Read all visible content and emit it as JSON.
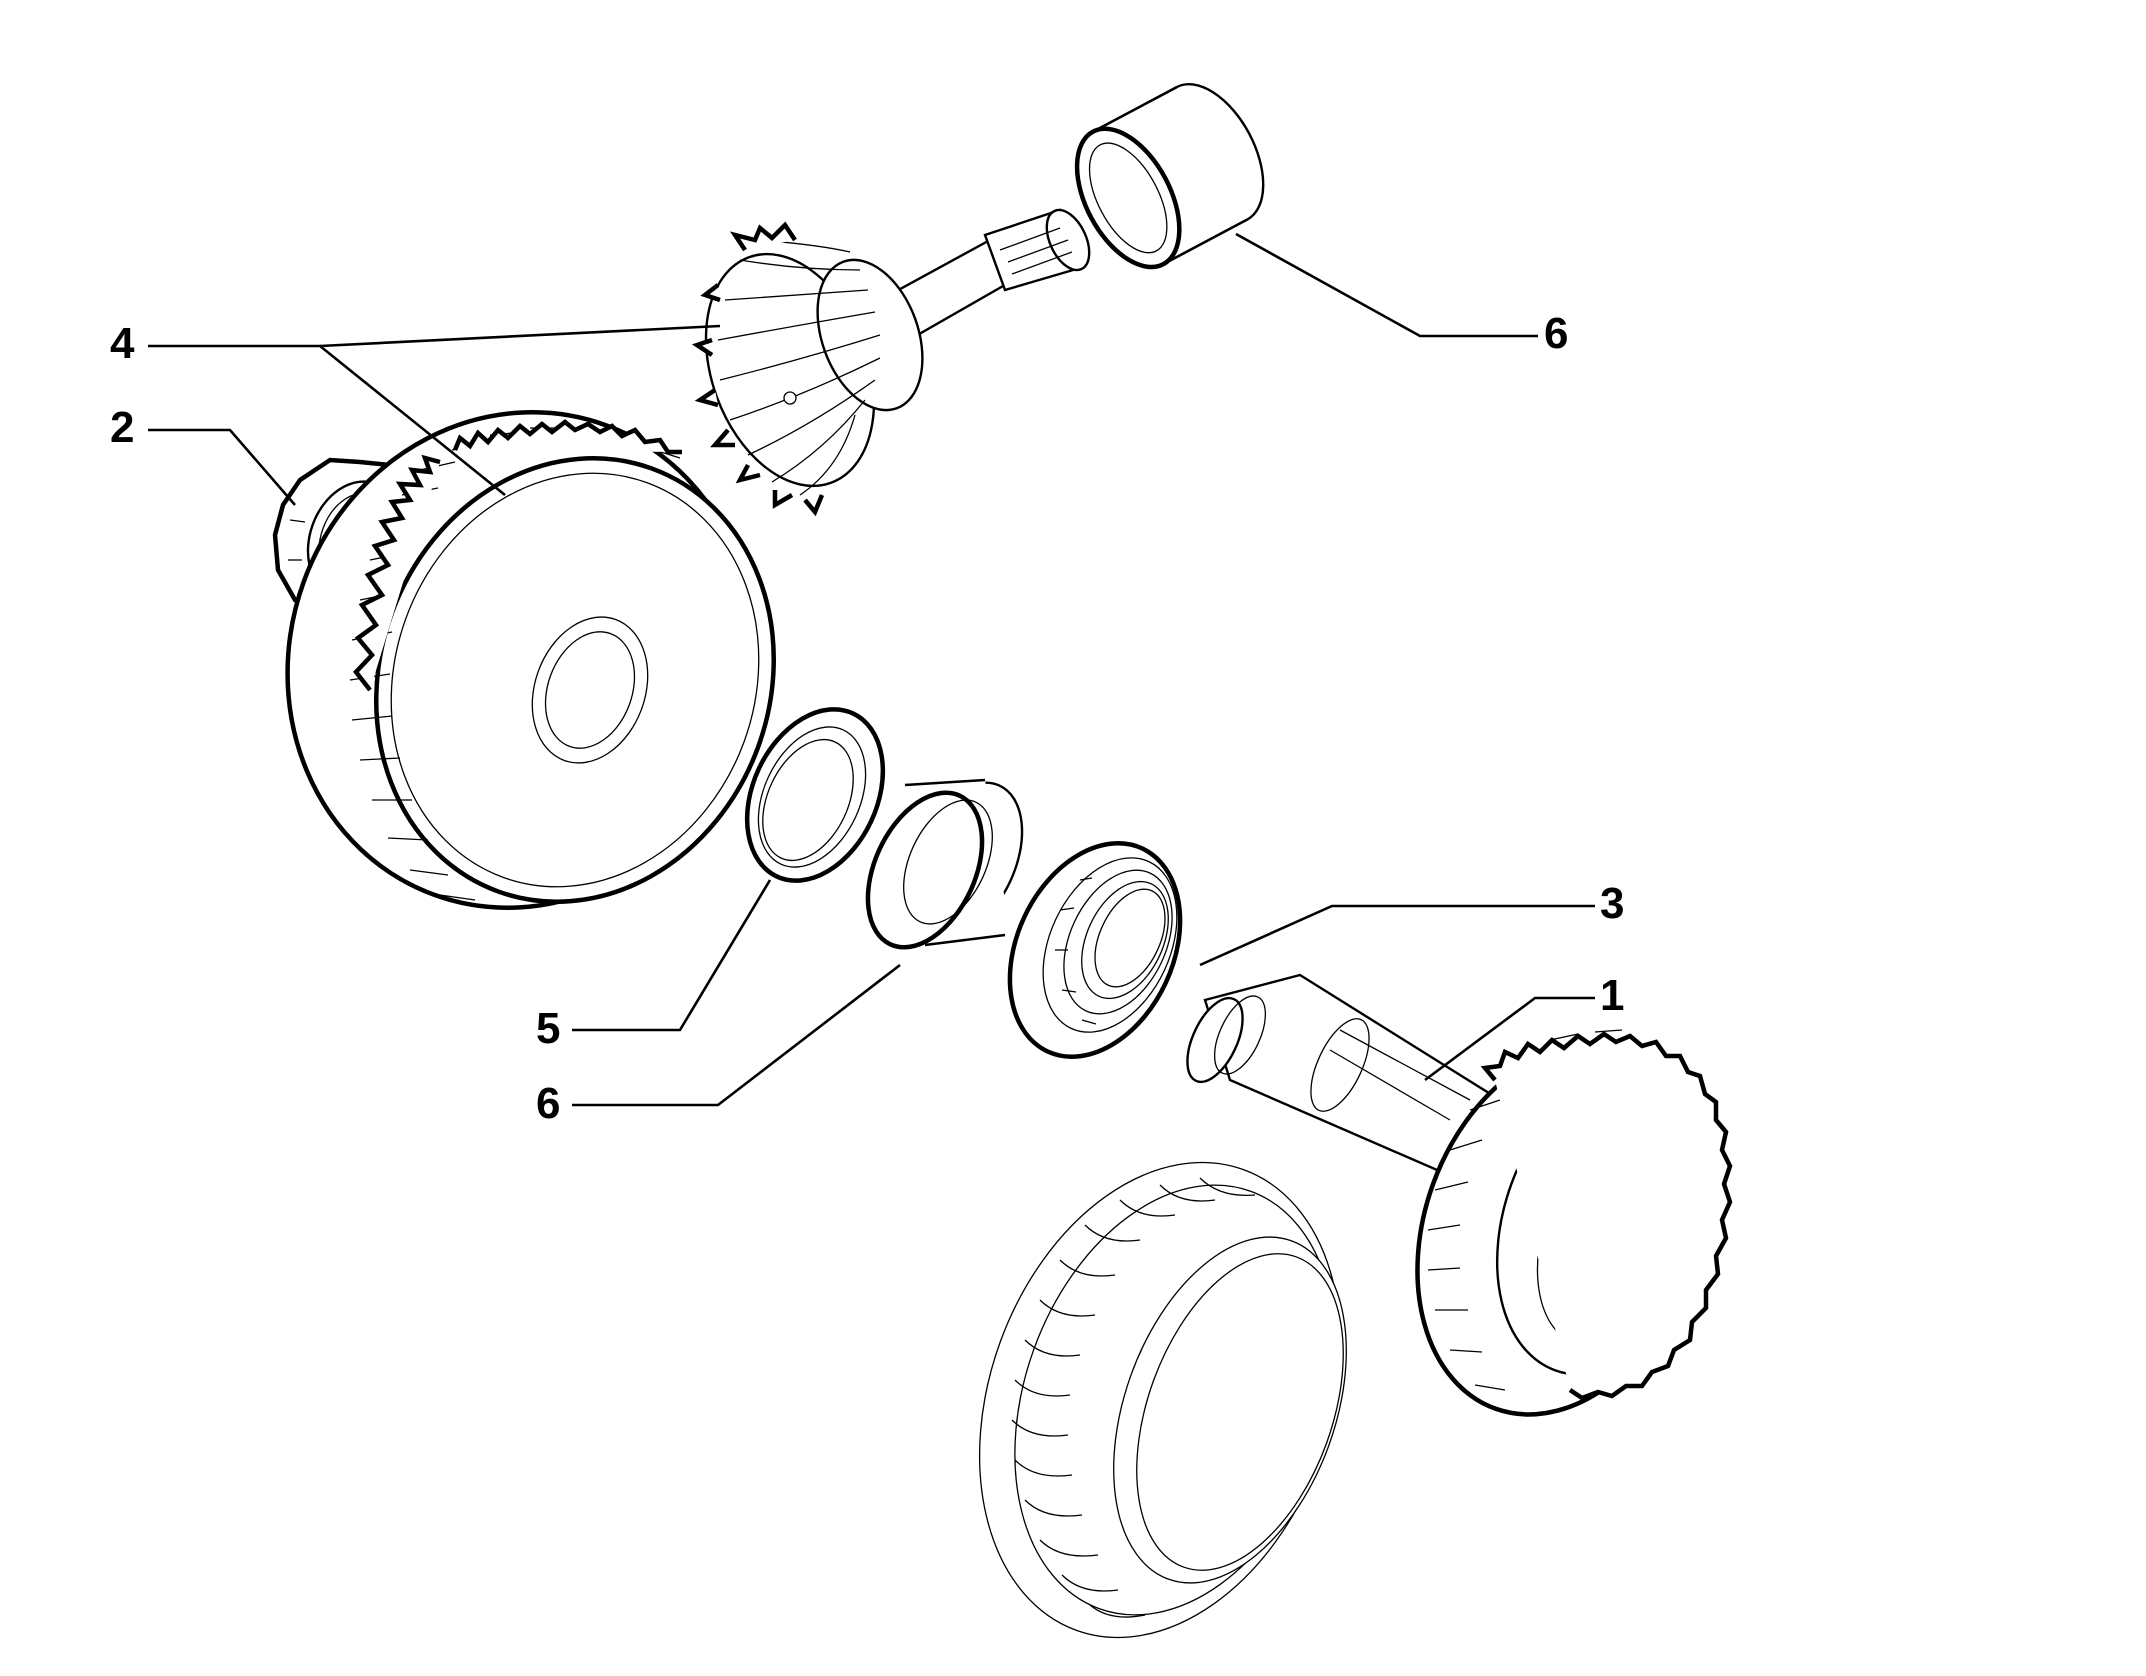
{
  "callouts": [
    {
      "id": "c1",
      "label": "1"
    },
    {
      "id": "c2",
      "label": "2"
    },
    {
      "id": "c3",
      "label": "3"
    },
    {
      "id": "c4",
      "label": "4"
    },
    {
      "id": "c5",
      "label": "5"
    },
    {
      "id": "c6a",
      "label": "6"
    },
    {
      "id": "c6b",
      "label": "6"
    }
  ],
  "colors": {
    "line": "#000000",
    "background": "#ffffff"
  }
}
